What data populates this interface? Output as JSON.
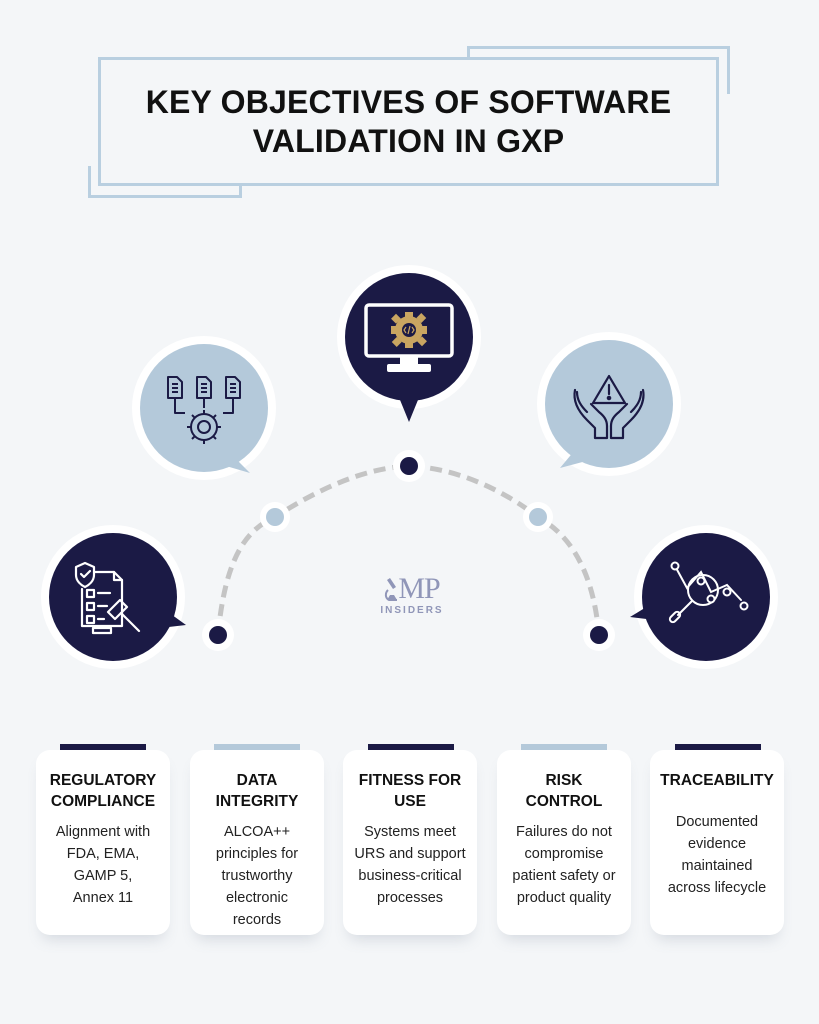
{
  "title": {
    "line1": "KEY OBJECTIVES OF SOFTWARE",
    "line2": "VALIDATION IN GXP"
  },
  "colors": {
    "navy": "#1b1a45",
    "light_blue": "#b4c9da",
    "frame": "#b9cfe0",
    "gold": "#c9a561",
    "arc_dash": "#c4c4c4",
    "background": "#f4f6f8",
    "logo": "#9096b8"
  },
  "logo": {
    "mark": "GMP",
    "display": "MP",
    "subtitle": "INSIDERS"
  },
  "icons": [
    {
      "name": "regulatory-checklist-gavel-icon",
      "style": "navy"
    },
    {
      "name": "documents-gear-icon",
      "style": "light"
    },
    {
      "name": "monitor-code-gear-icon",
      "style": "navy"
    },
    {
      "name": "hands-warning-icon",
      "style": "light"
    },
    {
      "name": "magnifier-data-trace-icon",
      "style": "navy"
    }
  ],
  "objectives": [
    {
      "title": "REGULATORY\nCOMPLIANCE",
      "description": "Alignment with\nFDA, EMA,\nGAMP 5,\nAnnex 11",
      "bar": "navy"
    },
    {
      "title": "DATA\nINTEGRITY",
      "description": "ALCOA++\nprinciples for\ntrustworthy\nelectronic\nrecords",
      "bar": "light"
    },
    {
      "title": "FITNESS FOR\nUSE",
      "description": "Systems meet\nURS and support\nbusiness-critical\nprocesses",
      "bar": "navy"
    },
    {
      "title": "RISK\nCONTROL",
      "description": "Failures do not\ncompromise\npatient safety or\nproduct quality",
      "bar": "light"
    },
    {
      "title": "TRACEABILITY",
      "description": "Documented\nevidence\nmaintained\nacross lifecycle",
      "bar": "navy"
    }
  ]
}
